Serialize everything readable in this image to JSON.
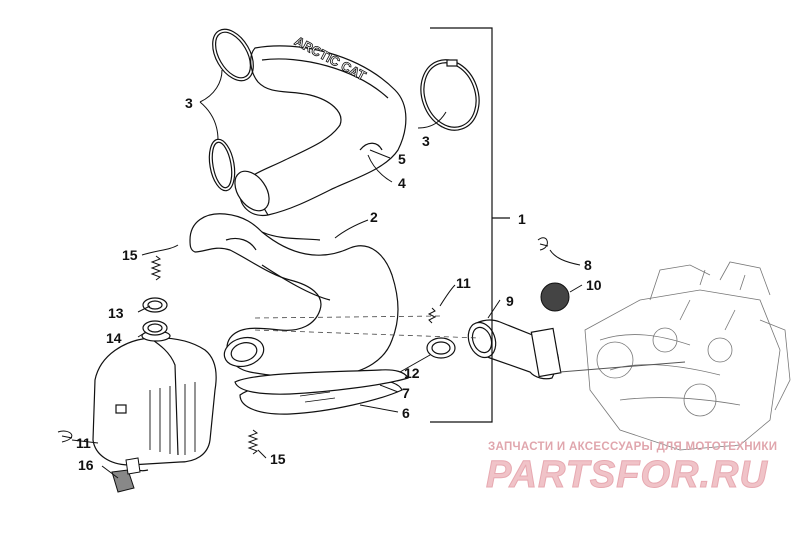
{
  "callouts": {
    "c1": "1",
    "c2": "2",
    "c3a": "3",
    "c3b": "3",
    "c4": "4",
    "c5": "5",
    "c6": "6",
    "c7": "7",
    "c8": "8",
    "c9": "9",
    "c10": "10",
    "c11a": "11",
    "c11b": "11",
    "c12": "12",
    "c13": "13",
    "c14": "14",
    "c15a": "15",
    "c15b": "15",
    "c16": "16"
  },
  "guard_logo_text": "ARCTIC CAT",
  "watermark": {
    "tagline": "ЗАПЧАСТИ И АКСЕССУАРЫ ДЛЯ МОТОТЕХНИКИ",
    "logo": "PARTSFOR.RU"
  },
  "colors": {
    "line": "#111111",
    "grommet": "#444444",
    "watermark_light": "#f0c3c8",
    "watermark_text": "#e0a6ad"
  }
}
